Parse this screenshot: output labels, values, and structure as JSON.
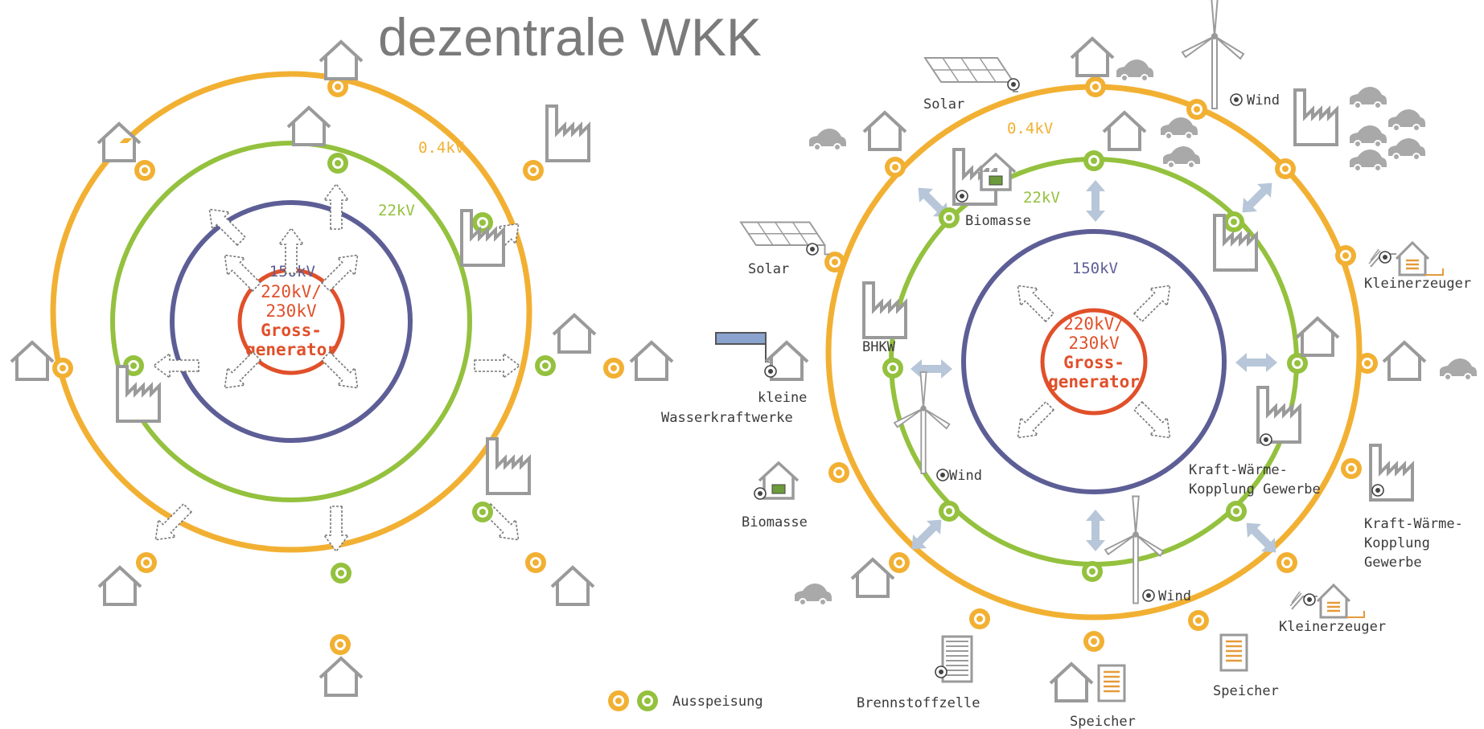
{
  "title": "dezentrale WKK",
  "colors": {
    "orange_ring": "#f2b033",
    "green_ring": "#94c13e",
    "blue_ring": "#5d5e96",
    "red_core": "#e0502a",
    "icon_gray": "#9a9a9a",
    "arrow_blue": "#b7c6d8"
  },
  "left_diagram": {
    "core": {
      "line1": "220kV/",
      "line2": "230kV",
      "line3": "Gross-",
      "line4": "generator"
    },
    "voltages": {
      "outer": "0.4kV",
      "middle": "22kV",
      "inner": "150kV"
    }
  },
  "right_diagram": {
    "core": {
      "line1": "220kV/",
      "line2": "230kV",
      "line3": "Gross-",
      "line4": "generator"
    },
    "voltages": {
      "outer": "0.4kV",
      "middle": "22kV",
      "inner": "150kV"
    },
    "labels": {
      "solar_top": "Solar",
      "wind_top": "Wind",
      "biomasse_inner": "Biomasse",
      "solar_left": "Solar",
      "bhkw": "BHKW",
      "kleine": "kleine",
      "wasserkraftwerke": "Wasserkraftwerke",
      "biomasse_outer": "Biomasse",
      "wind_inner_left": "Wind",
      "wind_bottom": "Wind",
      "kwk_inner_1": "Kraft-Wärme-",
      "kwk_inner_2": "Kopplung Gewerbe",
      "kleinerzeuger_top": "Kleinerzeuger",
      "kwk_outer_1": "Kraft-Wärme-",
      "kwk_outer_2": "Kopplung",
      "kwk_outer_3": "Gewerbe",
      "kleinerzeuger_bottom": "Kleinerzeuger",
      "speicher_right": "Speicher",
      "speicher_bottom": "Speicher",
      "brennstoffzelle": "Brennstoffzelle"
    }
  },
  "legend": {
    "label": "Ausspeisung"
  }
}
